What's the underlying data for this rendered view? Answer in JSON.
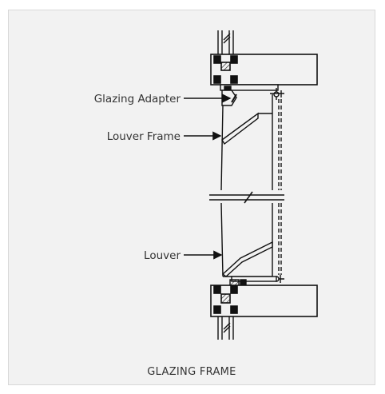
{
  "figure": {
    "caption": "GLAZING FRAME",
    "callouts": {
      "glazing_adapter": "Glazing Adapter",
      "louver_frame": "Louver Frame",
      "louver": "Louver"
    }
  },
  "colors": {
    "background": "#f2f2f2",
    "border": "#d8d8d8",
    "line": "#111111",
    "text": "#333333"
  }
}
